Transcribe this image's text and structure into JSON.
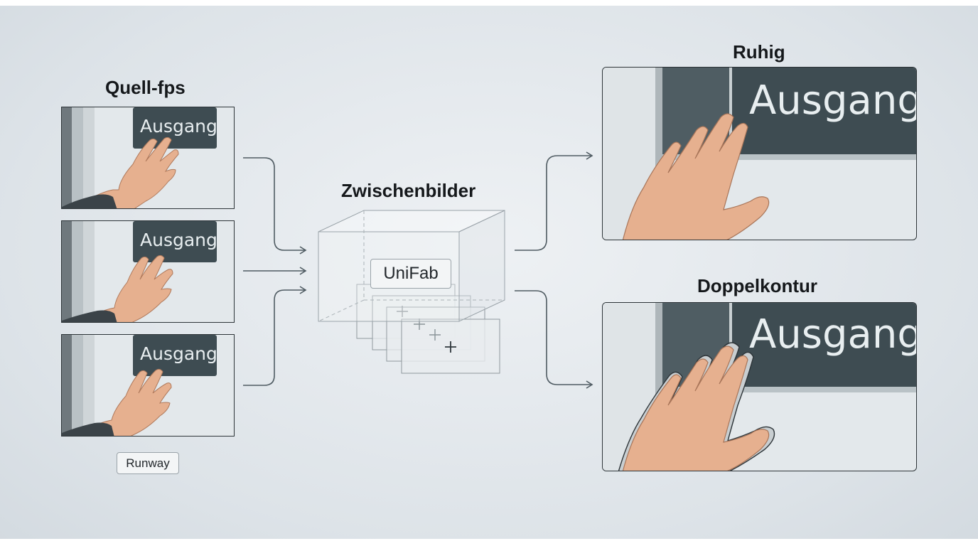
{
  "source": {
    "heading": "Quell-fps",
    "frames": [
      {
        "sign_text": "Ausgang"
      },
      {
        "sign_text": "Ausgang"
      },
      {
        "sign_text": "Ausgang"
      }
    ],
    "tag": "Runway"
  },
  "middle": {
    "heading": "Zwischenbilder",
    "tag": "UniFab"
  },
  "outputs": [
    {
      "heading": "Ruhig",
      "sign_text": "Ausgang",
      "variant": "clean"
    },
    {
      "heading": "Doppelkontur",
      "sign_text": "Ausgang",
      "variant": "double-outline"
    }
  ],
  "colors": {
    "sign": "#3e4c52",
    "sign_text": "#e8eef0",
    "skin": "#e6b08f",
    "sleeve": "#3b4348",
    "connector": "#4f5b62"
  }
}
